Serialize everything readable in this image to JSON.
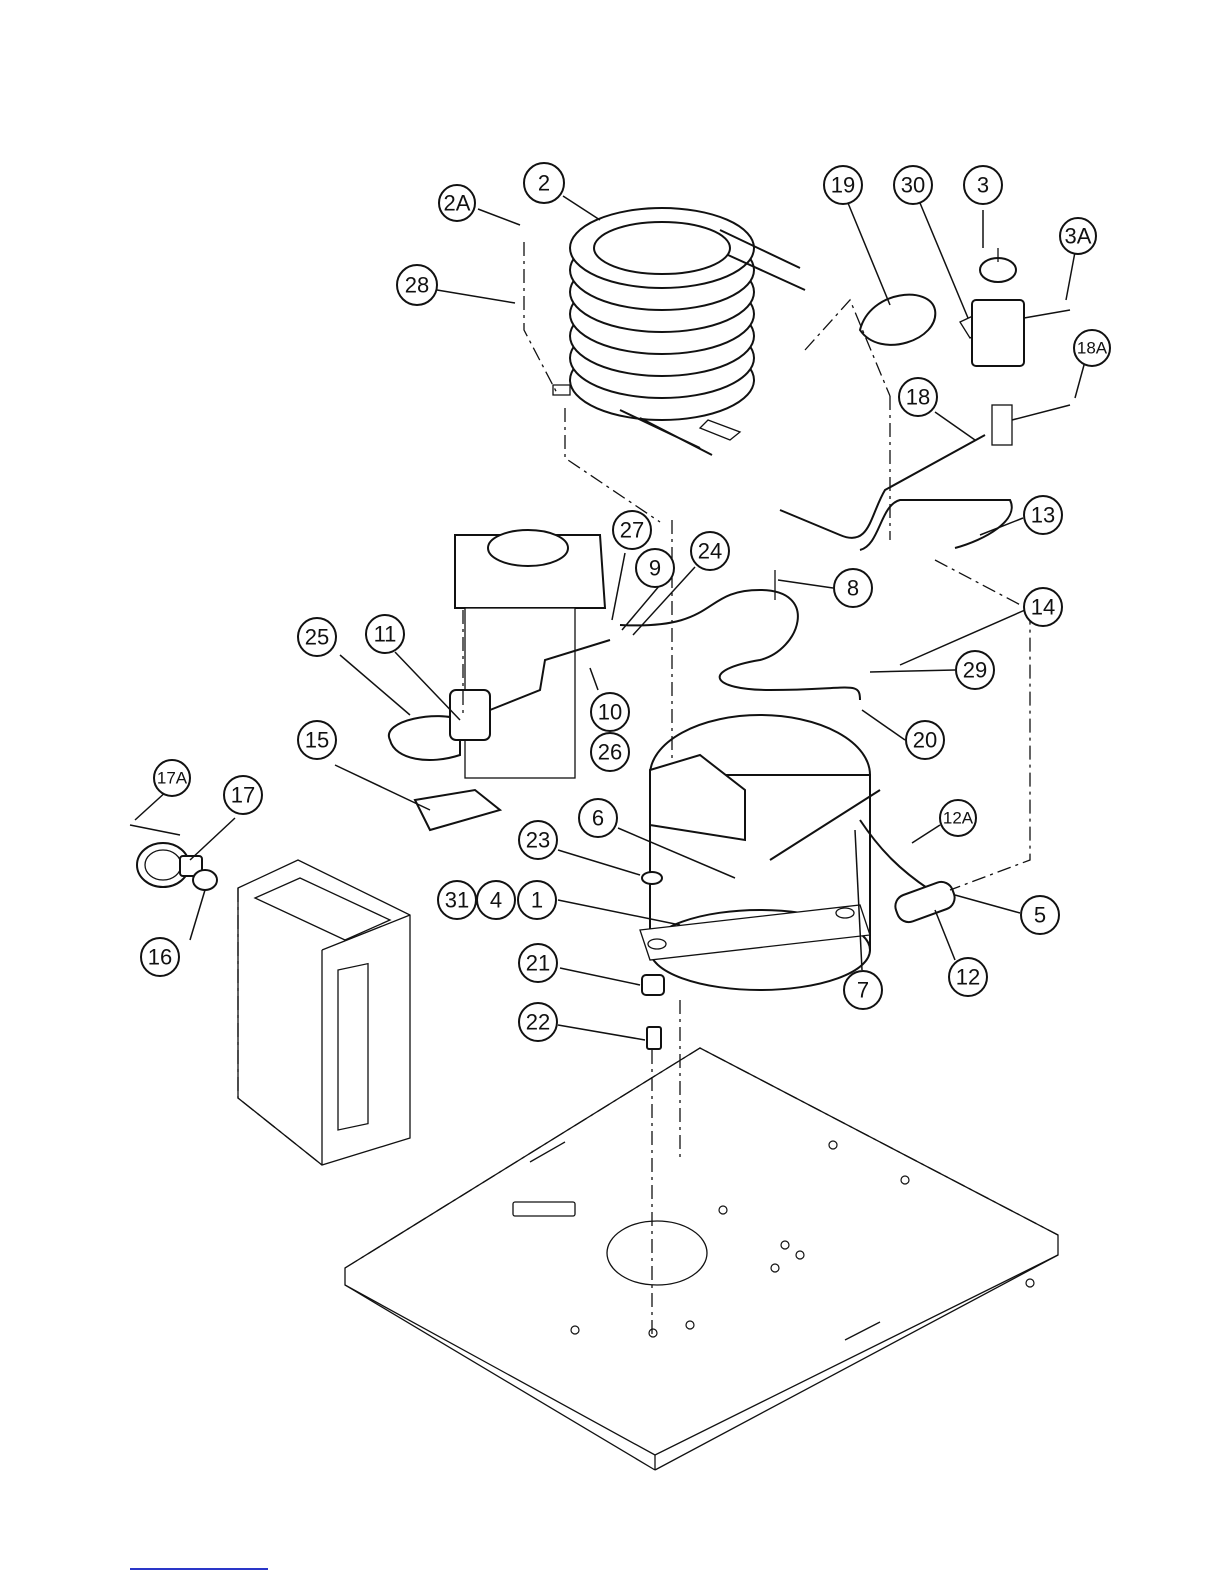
{
  "callouts": [
    {
      "id": "c-2a",
      "label": "2A"
    },
    {
      "id": "c-2",
      "label": "2"
    },
    {
      "id": "c-19",
      "label": "19"
    },
    {
      "id": "c-30",
      "label": "30"
    },
    {
      "id": "c-3",
      "label": "3"
    },
    {
      "id": "c-3a",
      "label": "3A"
    },
    {
      "id": "c-28",
      "label": "28"
    },
    {
      "id": "c-18a",
      "label": "18A"
    },
    {
      "id": "c-18",
      "label": "18"
    },
    {
      "id": "c-13",
      "label": "13"
    },
    {
      "id": "c-27",
      "label": "27"
    },
    {
      "id": "c-9",
      "label": "9"
    },
    {
      "id": "c-24",
      "label": "24"
    },
    {
      "id": "c-8",
      "label": "8"
    },
    {
      "id": "c-14",
      "label": "14"
    },
    {
      "id": "c-25",
      "label": "25"
    },
    {
      "id": "c-11",
      "label": "11"
    },
    {
      "id": "c-29",
      "label": "29"
    },
    {
      "id": "c-10",
      "label": "10"
    },
    {
      "id": "c-20",
      "label": "20"
    },
    {
      "id": "c-26",
      "label": "26"
    },
    {
      "id": "c-15",
      "label": "15"
    },
    {
      "id": "c-17a",
      "label": "17A"
    },
    {
      "id": "c-17",
      "label": "17"
    },
    {
      "id": "c-6",
      "label": "6"
    },
    {
      "id": "c-12a",
      "label": "12A"
    },
    {
      "id": "c-23",
      "label": "23"
    },
    {
      "id": "c-31",
      "label": "31"
    },
    {
      "id": "c-4",
      "label": "4"
    },
    {
      "id": "c-1",
      "label": "1"
    },
    {
      "id": "c-5",
      "label": "5"
    },
    {
      "id": "c-16",
      "label": "16"
    },
    {
      "id": "c-21",
      "label": "21"
    },
    {
      "id": "c-7",
      "label": "7"
    },
    {
      "id": "c-12",
      "label": "12"
    },
    {
      "id": "c-22",
      "label": "22"
    }
  ]
}
